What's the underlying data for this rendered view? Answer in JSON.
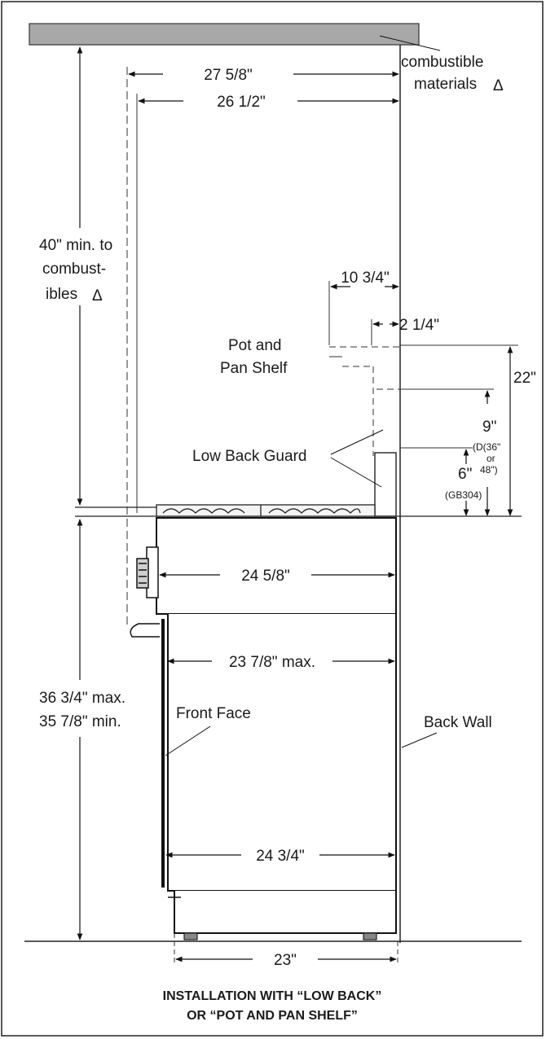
{
  "diagram": {
    "labels": {
      "combustible_1": "combustible",
      "combustible_2": "materials",
      "delta_symbol": "Δ",
      "min_combustibles_1": "40\" min. to",
      "min_combustibles_2": "combust-",
      "min_combustibles_3": "ibles",
      "pot_pan_1": "Pot and",
      "pot_pan_2": "Pan Shelf",
      "low_back_guard": "Low Back Guard",
      "front_face": "Front Face",
      "back_wall": "Back Wall",
      "height_max": "36 3/4\" max.",
      "height_min": "35 7/8\" min."
    },
    "dimensions": {
      "w_27_5_8": "27 5/8\"",
      "w_26_1_2": "26 1/2\"",
      "w_10_3_4": "10 3/4\"",
      "w_2_1_4": "2 1/4\"",
      "h_22": "22\"",
      "h_9": "9\"",
      "note_d_1": "(D(36\"",
      "note_d_2": "or",
      "note_d_3": "48\")",
      "h_6": "6\"",
      "note_gb": "(GB304)",
      "w_24_5_8": "24 5/8\"",
      "w_23_7_8": "23 7/8\" max.",
      "w_24_3_4": "24 3/4\"",
      "w_23": "23\""
    },
    "caption": {
      "line1": "INSTALLATION WITH “LOW BACK”",
      "line2": "OR “POT AND PAN SHELF”"
    }
  }
}
